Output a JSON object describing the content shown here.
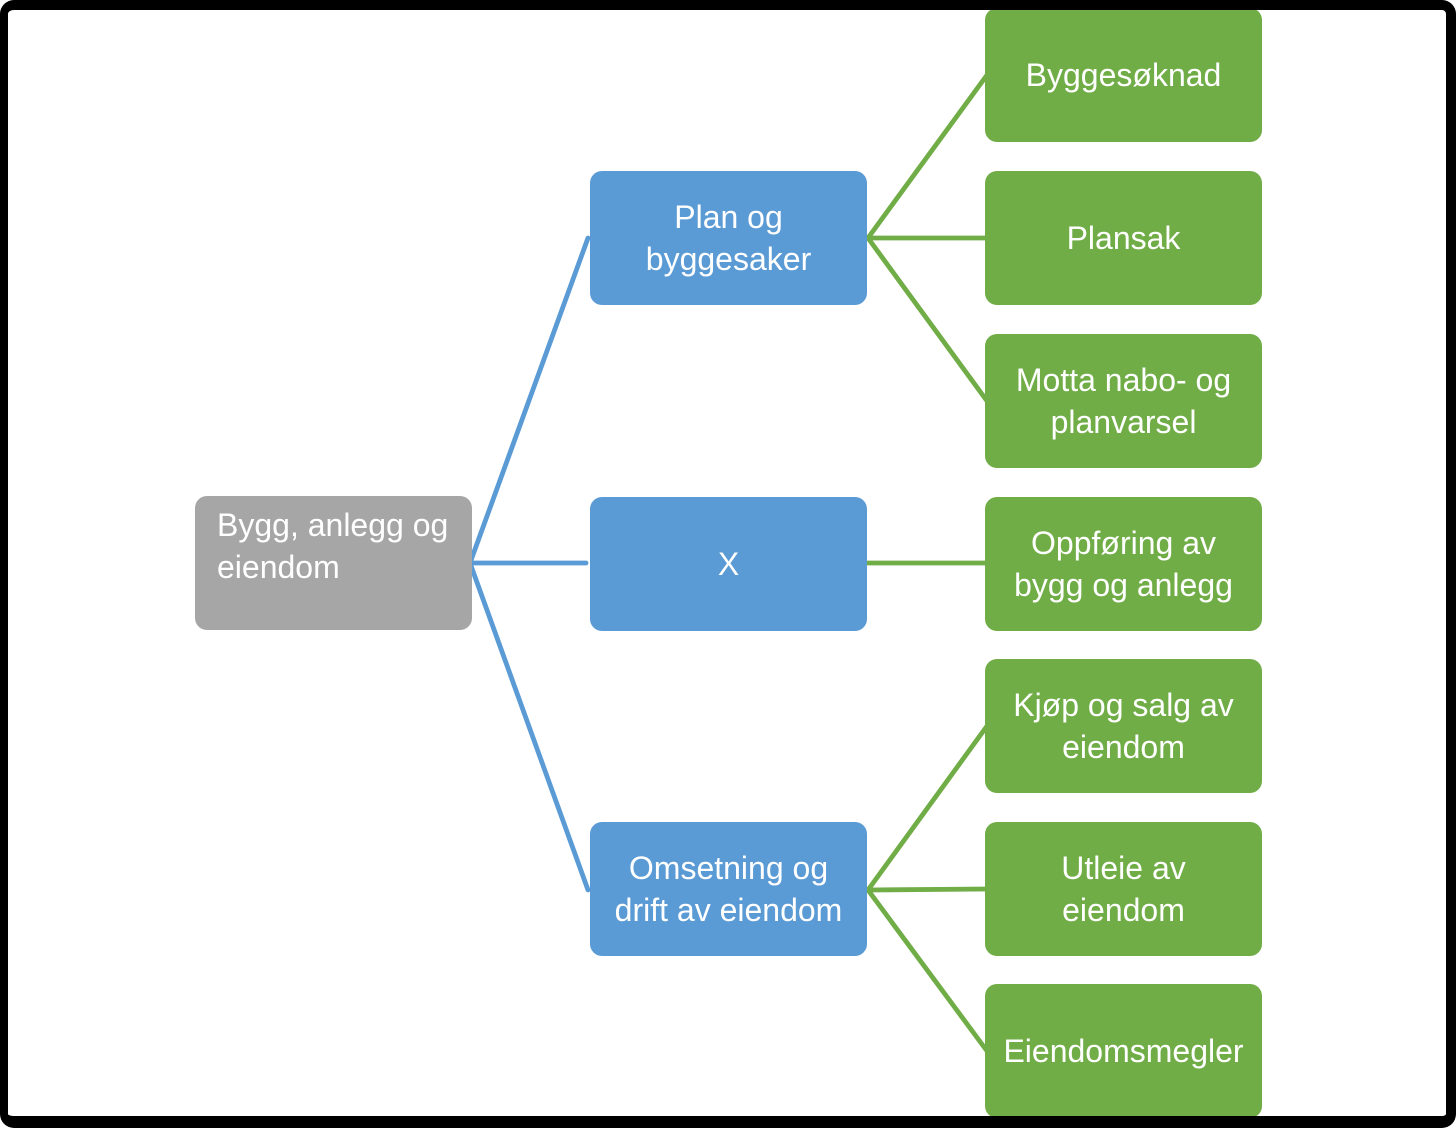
{
  "colors": {
    "background": "#FFFFFF",
    "frame": "#000000",
    "root_fill": "#A6A6A6",
    "branch_fill": "#5B9BD5",
    "leaf_fill": "#70AD47",
    "branch_line": "#5B9BD5",
    "leaf_line": "#70AD47",
    "node_text": "#FFFFFF"
  },
  "diagram": {
    "type": "hierarchy",
    "root": {
      "label": "Bygg, anlegg og eiendom"
    },
    "branches": [
      {
        "label": "Plan og byggesaker",
        "children": [
          {
            "label": "Byggesøknad"
          },
          {
            "label": "Plansak"
          },
          {
            "label": "Motta nabo- og planvarsel"
          }
        ]
      },
      {
        "label": "X",
        "children": [
          {
            "label": "Oppføring av bygg og anlegg"
          }
        ]
      },
      {
        "label": "Omsetning og drift av eiendom",
        "children": [
          {
            "label": "Kjøp og salg av eiendom"
          },
          {
            "label": "Utleie av eiendom"
          },
          {
            "label": "Eiendomsmegler"
          }
        ]
      }
    ]
  }
}
